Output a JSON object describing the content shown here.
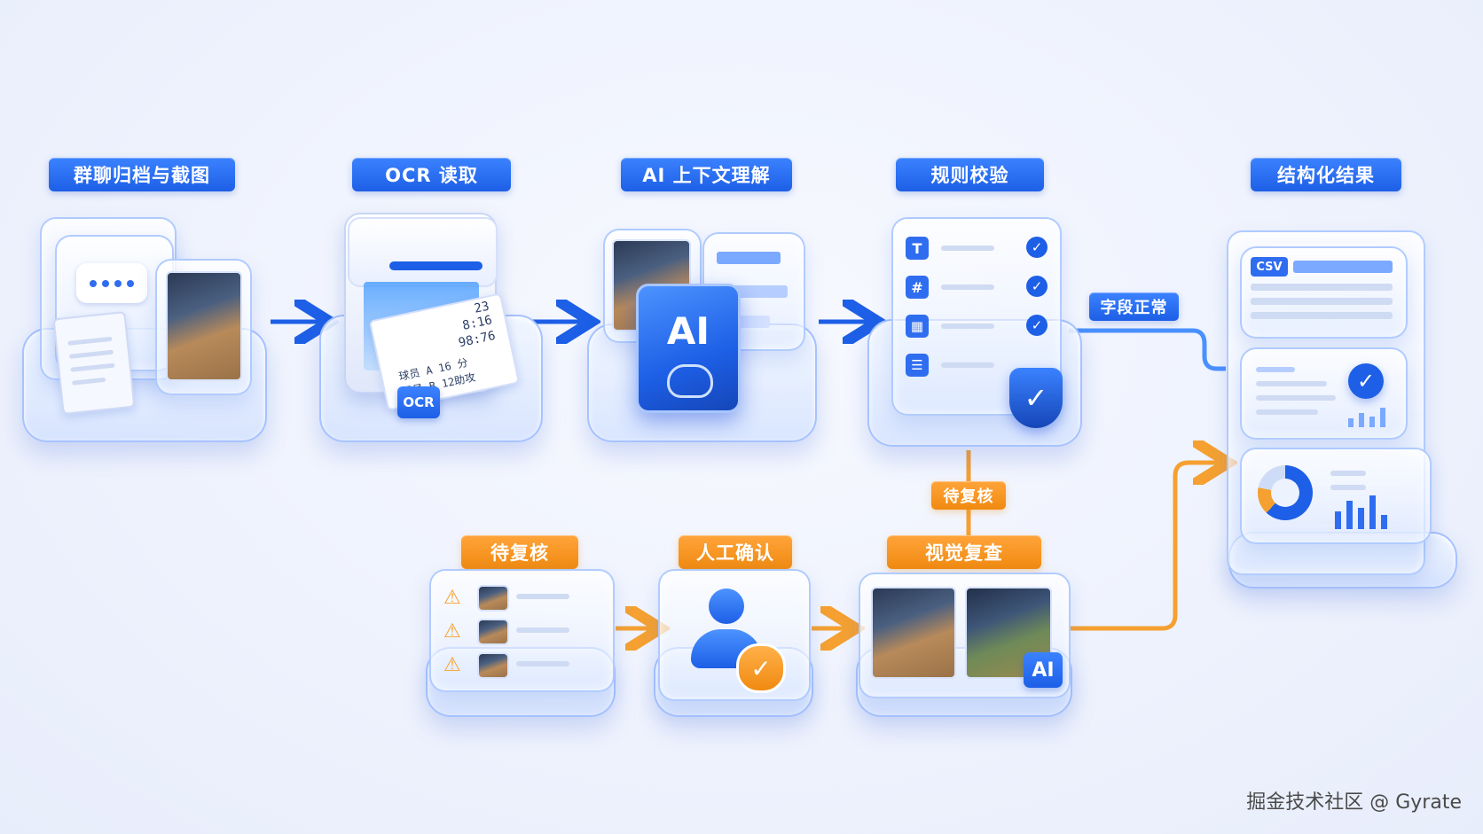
{
  "steps_top": [
    {
      "label": "群聊归档与截图"
    },
    {
      "label": "OCR 读取"
    },
    {
      "label": "AI 上下文理解"
    },
    {
      "label": "规则校验"
    },
    {
      "label": "结构化结果"
    }
  ],
  "steps_bottom": [
    {
      "label": "待复核"
    },
    {
      "label": "人工确认"
    },
    {
      "label": "视觉复查"
    }
  ],
  "branch_labels": {
    "pass": "字段正常",
    "review": "待复核"
  },
  "ocr_receipt": {
    "lines": [
      "23",
      "8:16",
      "98:76",
      "球员 A  16 分",
      "球员 B 12助攻"
    ],
    "badge": "OCR"
  },
  "ai_badge": "AI",
  "visual_ai_badge": "AI",
  "csv_badge": "CSV",
  "rule_icons": [
    "T",
    "#",
    "calendar-icon",
    "list-icon"
  ],
  "watermark": "掘金技术社区 @ Gyrate",
  "colors": {
    "blue": "#1d5fe6",
    "orange": "#f08a10"
  }
}
